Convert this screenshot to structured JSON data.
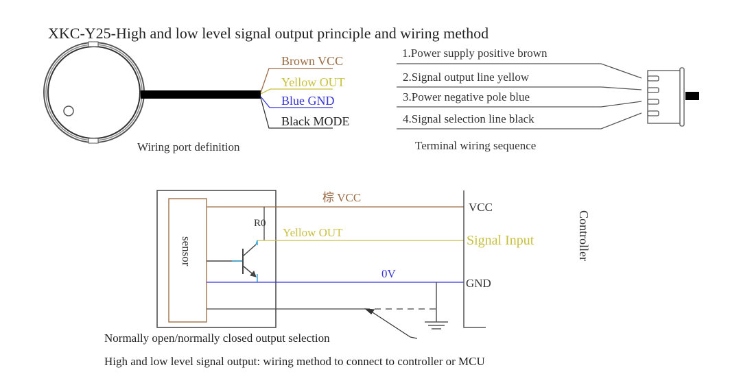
{
  "title": "XKC-Y25-High and low level  signal output principle and wiring method",
  "colors": {
    "brown": "#9a6a44",
    "yellow": "#c8c040",
    "blue": "#3535d8",
    "black": "#222222",
    "cyan": "#3aa8d8",
    "gray": "#555555"
  },
  "wiring_port": {
    "caption": "Wiring port definition",
    "wires": [
      {
        "label": "Brown VCC",
        "color": "brown"
      },
      {
        "label": "Yellow OUT",
        "color": "yellow"
      },
      {
        "label": "Blue GND",
        "color": "blue"
      },
      {
        "label": "Black MODE",
        "color": "black"
      }
    ]
  },
  "terminal": {
    "caption": "Terminal wiring sequence",
    "lines": [
      "1.Power supply positive brown",
      "2.Signal output line yellow",
      "3.Power negative pole blue",
      "4.Signal selection line black"
    ]
  },
  "circuit": {
    "sensor_label": "sensor",
    "resistor_label": "R0",
    "vcc_wire_label": "棕 VCC",
    "out_wire_label": "Yellow OUT",
    "gnd_wire_label": "0V",
    "controller_label": "Controller",
    "controller_pins": {
      "vcc": "VCC",
      "signal": "Signal Input",
      "gnd": "GND"
    },
    "selection_note": "Normally open/normally closed output selection",
    "footer": "High and low level signal output: wiring method to connect to controller or MCU"
  }
}
